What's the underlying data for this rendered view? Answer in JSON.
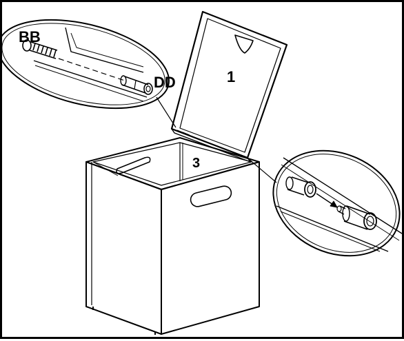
{
  "labels": {
    "lid_number": "1",
    "box_number": "3",
    "screw_label": "BB",
    "hinge_label": "DD"
  },
  "colors": {
    "line": "#000000",
    "paper": "#ffffff"
  },
  "icons": {
    "detail_left": "magnifier-callout-screw-hinge",
    "detail_right": "magnifier-callout-hinge-pin"
  }
}
